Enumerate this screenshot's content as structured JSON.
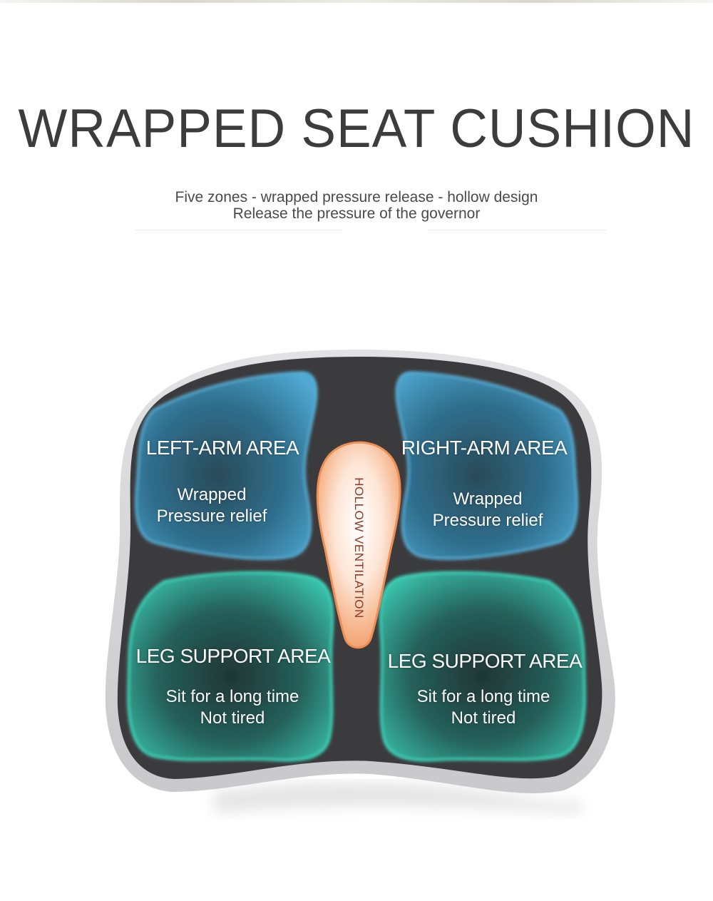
{
  "title": "WRAPPED SEAT CUSHION",
  "subtitle": {
    "line1": "Five zones - wrapped pressure release - hollow design",
    "line2": "Release the pressure of the governor"
  },
  "zones": {
    "left_arm": {
      "title": "LEFT-ARM AREA",
      "line1": "Wrapped",
      "line2": "Pressure relief"
    },
    "right_arm": {
      "title": "RIGHT-ARM AREA",
      "line1": "Wrapped",
      "line2": "Pressure relief"
    },
    "left_leg": {
      "title": "LEG SUPPORT AREA",
      "line1": "Sit for a long time",
      "line2": "Not tired"
    },
    "right_leg": {
      "title": "LEG SUPPORT AREA",
      "line1": "Sit for a long time",
      "line2": "Not tired"
    },
    "center": {
      "label": "HOLLOW VENTILATION"
    }
  },
  "colors": {
    "title_text": "#3c3c3c",
    "cushion_fabric": "#3a3a3c",
    "cushion_edge": "#d4d4d6",
    "arm_zone": "#3b8fb8",
    "leg_zone": "#2fbfa6",
    "hollow_zone": "#f2a476"
  }
}
